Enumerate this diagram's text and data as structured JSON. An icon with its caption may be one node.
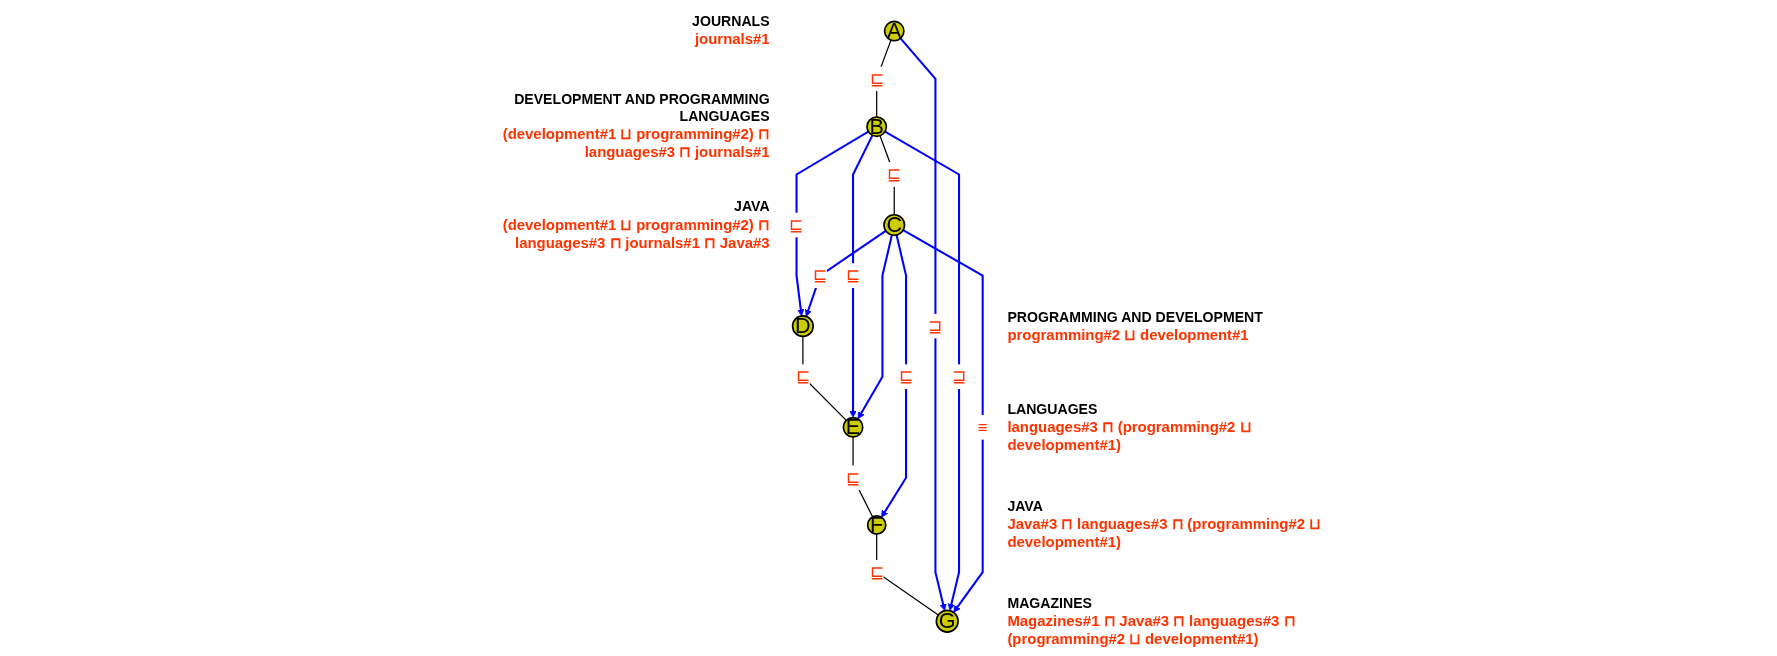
{
  "diagram": {
    "nodes": [
      {
        "text": [
          "A"
        ],
        "beside": [
          "JOURNALS",
          "journals#1"
        ]
      },
      {
        "text": [
          "B"
        ],
        "beside": [
          "DEVELOPMENT AND PROGRAMMING LANGUAGES",
          "(development#1 ⊔  programming#2) ⊓  languages#3 ⊓ journals#1"
        ]
      },
      {
        "text": [
          "C"
        ],
        "beside": [
          "JAVA",
          "(development#1 ⊔  programming#2) ⊓  languages#3 ⊓ journals#1 ⊓ Java#3"
        ]
      },
      {
        "text": [
          "D"
        ],
        "beside": [
          "PROGRAMMING AND DEVELOPMENT",
          "programming#2 ⊔ development#1"
        ]
      },
      {
        "text": [
          "E"
        ],
        "beside": [
          "LANGUAGES",
          "languages#3 ⊓ (programming#2 ⊔ development#1)"
        ]
      },
      {
        "text": [
          "F"
        ],
        "beside": [
          "JAVA",
          "Java#3 ⊓ languages#3 ⊓ (programming#2 ⊔ development#1)"
        ]
      },
      {
        "text": [
          "G"
        ],
        "beside": [
          "MAGAZINES",
          "Magazines#1 ⊓ Java#3 ⊓ languages#3 ⊓ (programming#2 ⊔ development#1)"
        ]
      }
    ],
    "edges": [
      {
        "from": 0,
        "to": 1,
        "arrow": "none",
        "label": "⊑",
        "color": "#000000"
      },
      {
        "from": 1,
        "to": 2,
        "arrow": "none",
        "label": "⊑",
        "color": "#000000"
      },
      {
        "from": 3,
        "to": 4,
        "arrow": "none",
        "label": "⊑",
        "color": "#000000"
      },
      {
        "from": 4,
        "to": 5,
        "arrow": "none",
        "label": "⊑",
        "color": "#000000"
      },
      {
        "from": 5,
        "to": 6,
        "arrow": "none",
        "label": "⊑",
        "color": "#000000"
      },
      {
        "from": 0,
        "to": 6,
        "arrow": "to",
        "label": "⊒"
      },
      {
        "from": 1,
        "to": 3,
        "arrow": "to",
        "label": "⊑"
      },
      {
        "from": 1,
        "to": 4,
        "arrow": "to",
        "label": "⊑"
      },
      {
        "from": 1,
        "to": 6,
        "arrow": "to",
        "label": "⊒"
      },
      {
        "from": 2,
        "to": 3,
        "arrow": "to",
        "label": "⊑"
      },
      {
        "from": 2,
        "to": 4,
        "arrow": "to"
      },
      {
        "from": 2,
        "to": 5,
        "arrow": "to",
        "label": "⊑"
      },
      {
        "from": 2,
        "to": 6,
        "arrow": "to",
        "label": "≡"
      }
    ]
  }
}
